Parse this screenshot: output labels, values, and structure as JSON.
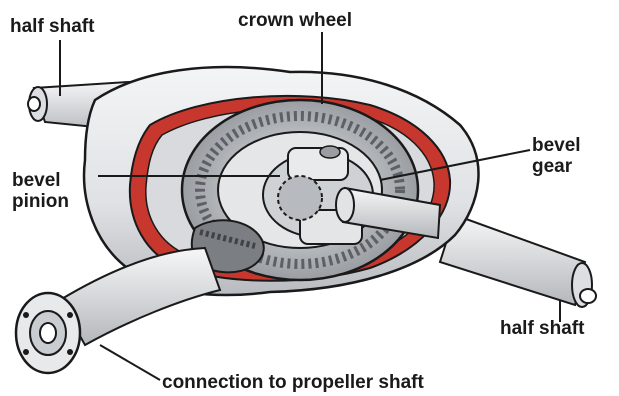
{
  "labels": {
    "half_shaft_top": "half shaft",
    "crown_wheel": "crown wheel",
    "bevel_gear_1": "bevel",
    "bevel_gear_2": "gear",
    "bevel_pinion_1": "bevel",
    "bevel_pinion_2": "pinion",
    "half_shaft_bottom": "half shaft",
    "connection": "connection to propeller shaft"
  },
  "colors": {
    "casing": "#e6e8ea",
    "casing_shadow": "#b9bcc0",
    "cutaway_red": "#c8372d",
    "gear_dark": "#6f7378",
    "outline": "#1a1a1a"
  }
}
